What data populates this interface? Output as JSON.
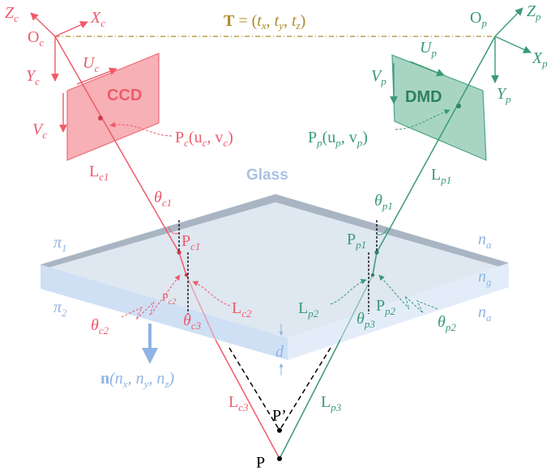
{
  "colors": {
    "camera": "#ee5b6a",
    "camera_fill": "#f7a8ae",
    "projector": "#3a9a76",
    "projector_fill": "#9fd1bd",
    "glass_label": "#a9c2e2",
    "glass_top": "#dde6f1",
    "glass_edge": "#a9b5c2",
    "glass_side": "#cfe0f5",
    "normal": "#8fb4e3",
    "translation": "#b08a2a",
    "black": "#000000"
  },
  "translation": {
    "bold": "T",
    "rest": " = (",
    "tx": "t",
    "txs": "x",
    "ty": "t",
    "tys": "y",
    "tz": "t",
    "tzs": "z",
    "close": ")"
  },
  "camera": {
    "origin": {
      "main": "O",
      "sub": "c"
    },
    "z_axis": {
      "main": "Z",
      "sub": "c"
    },
    "x_axis": {
      "main": "X",
      "sub": "c"
    },
    "y_axis": {
      "main": "Y",
      "sub": "c"
    },
    "u_axis": {
      "main": "U",
      "sub": "c"
    },
    "v_axis": {
      "main": "V",
      "sub": "c"
    },
    "sensor": "CCD",
    "point": {
      "main": "P",
      "sub": "c",
      "args": "(u",
      "a1": "c",
      "mid": ", v",
      "a2": "c",
      "end": ")"
    },
    "ray1": {
      "main": "L",
      "sub": "c1"
    },
    "ray2": {
      "main": "L",
      "sub": "c2"
    },
    "ray3": {
      "main": "L",
      "sub": "c3"
    },
    "angle1": {
      "main": "θ",
      "sub": "c1"
    },
    "angle2": {
      "main": "θ",
      "sub": "c2"
    },
    "angle3": {
      "main": "θ",
      "sub": "c3"
    },
    "p1": {
      "main": "P",
      "sub": "c1"
    },
    "p2": {
      "main": "P",
      "sub": "c2"
    }
  },
  "projector": {
    "origin": {
      "main": "O",
      "sub": "p"
    },
    "z_axis": {
      "main": "Z",
      "sub": "p"
    },
    "x_axis": {
      "main": "X",
      "sub": "p"
    },
    "y_axis": {
      "main": "Y",
      "sub": "p"
    },
    "u_axis": {
      "main": "U",
      "sub": "p"
    },
    "v_axis": {
      "main": "V",
      "sub": "p"
    },
    "sensor": "DMD",
    "point": {
      "main": "P",
      "sub": "p",
      "args": "(u",
      "a1": "p",
      "mid": ", v",
      "a2": "p",
      "end": ")"
    },
    "ray1": {
      "main": "L",
      "sub": "p1"
    },
    "ray2": {
      "main": "L",
      "sub": "p2"
    },
    "ray3": {
      "main": "L",
      "sub": "p3"
    },
    "angle1": {
      "main": "θ",
      "sub": "p1"
    },
    "angle2": {
      "main": "θ",
      "sub": "p2"
    },
    "angle3": {
      "main": "θ",
      "sub": "p3"
    },
    "p1": {
      "main": "P",
      "sub": "p1"
    },
    "p2": {
      "main": "P",
      "sub": "p2"
    }
  },
  "glass": {
    "label": "Glass",
    "pi1": {
      "main": "π",
      "sub": "1"
    },
    "pi2": {
      "main": "π",
      "sub": "2"
    },
    "na_top": {
      "main": "n",
      "sub": "a"
    },
    "ng": {
      "main": "n",
      "sub": "g"
    },
    "na_bottom": {
      "main": "n",
      "sub": "a"
    },
    "thickness": "d",
    "normal": {
      "bold": "n",
      "open": "(n",
      "s1": "x",
      "m1": ", n",
      "s2": "y",
      "m2": ", n",
      "s3": "z",
      "close": ")"
    }
  },
  "object": {
    "point": "P",
    "virtual": "P’"
  }
}
